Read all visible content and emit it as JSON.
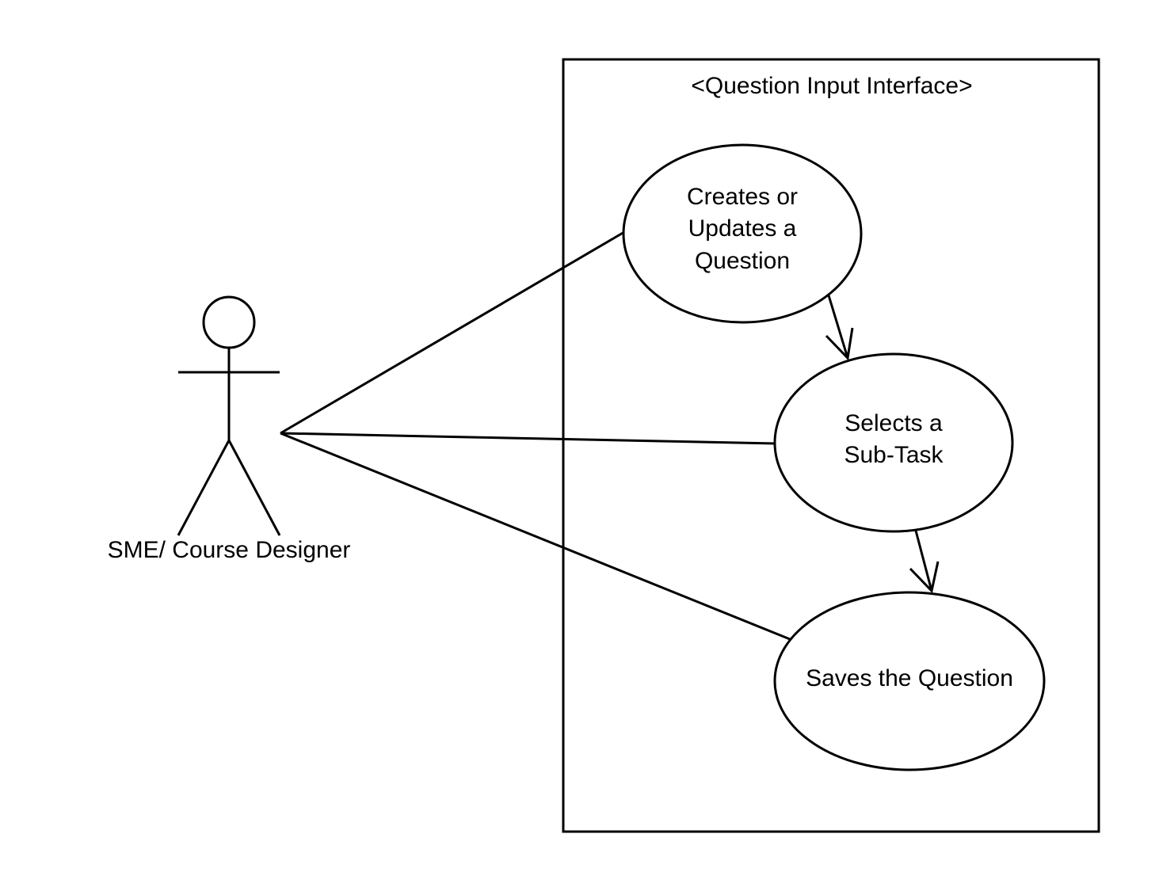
{
  "system": {
    "title": "<Question Input Interface>"
  },
  "actor": {
    "label": "SME/ Course Designer"
  },
  "use_cases": [
    {
      "id": "create",
      "lines": [
        "Creates or",
        "Updates a",
        "Question"
      ]
    },
    {
      "id": "select",
      "lines": [
        "Selects a",
        "Sub-Task"
      ]
    },
    {
      "id": "save",
      "lines": [
        "Saves the Question"
      ]
    }
  ],
  "associations": [
    {
      "from": "actor",
      "to": "create"
    },
    {
      "from": "actor",
      "to": "select"
    },
    {
      "from": "actor",
      "to": "save"
    }
  ],
  "flows": [
    {
      "from": "create",
      "to": "select"
    },
    {
      "from": "select",
      "to": "save"
    }
  ]
}
